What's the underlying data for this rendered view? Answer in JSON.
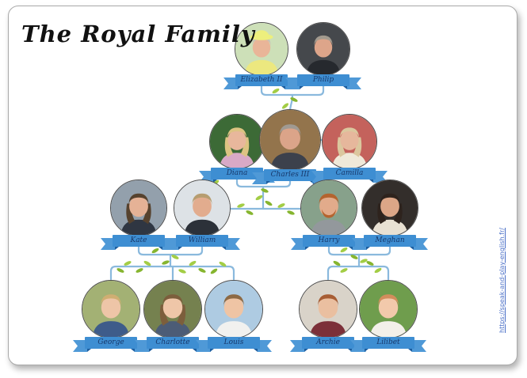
{
  "page": {
    "title": "The Royal Family",
    "source_link": "https://speak-and-play-english.fr/"
  },
  "colors": {
    "vine": "#8ab9dd",
    "leaf": "#a3cd45",
    "leaf_dark": "#86b52f",
    "ribbon": "#3e8ed2",
    "ribbon_tail": "#4f99d7",
    "ribbon_fold": "#1c5d9e",
    "ribbon_text": "#17386b",
    "link": "#4a6fc7",
    "title": "#111111"
  },
  "people": [
    {
      "name": "Elizabeth II",
      "colors": {
        "bg": "#cde0b8",
        "skin": "#e9b598",
        "hair": "#c9c2b6",
        "cloth": "#ece87f",
        "hat": "#edef7d"
      }
    },
    {
      "name": "Philip",
      "colors": {
        "bg": "#45484c",
        "skin": "#dda58a",
        "hair": "#a29a8e",
        "cloth": "#26292e"
      }
    },
    {
      "name": "Diana",
      "colors": {
        "bg": "#3c6a36",
        "skin": "#e8b79c",
        "hair": "#dcc382",
        "cloth": "#d8a9c6",
        "lock": "#dcc382"
      }
    },
    {
      "name": "Charles III",
      "colors": {
        "bg": "#93744c",
        "skin": "#dba489",
        "hair": "#a09a92",
        "cloth": "#3c414c"
      }
    },
    {
      "name": "Camilla",
      "colors": {
        "bg": "#c4625c",
        "skin": "#e6b79c",
        "hair": "#dbc79e",
        "cloth": "#efe9d9",
        "lock": "#dbc79e"
      }
    },
    {
      "name": "Kate",
      "colors": {
        "bg": "#93a0ac",
        "skin": "#e5b296",
        "hair": "#56422e",
        "cloth": "#2f3642",
        "lock": "#56422e"
      }
    },
    {
      "name": "William",
      "colors": {
        "bg": "#dde2e6",
        "skin": "#e2ac8e",
        "hair": "#b69d70",
        "cloth": "#2c3139"
      }
    },
    {
      "name": "Harry",
      "colors": {
        "bg": "#87a18b",
        "skin": "#e2ab8b",
        "hair": "#b4642f",
        "cloth": "#93989c",
        "beard": "#b4642f"
      }
    },
    {
      "name": "Meghan",
      "colors": {
        "bg": "#332e2b",
        "skin": "#dca687",
        "hair": "#2e231d",
        "cloth": "#e9e1d3",
        "lock": "#2e231d"
      }
    },
    {
      "name": "George",
      "colors": {
        "bg": "#a3b174",
        "skin": "#eec5a7",
        "hair": "#cfae72",
        "cloth": "#3e5c8a"
      }
    },
    {
      "name": "Charlotte",
      "colors": {
        "bg": "#75814f",
        "skin": "#efc6a8",
        "hair": "#7c5e3c",
        "cloth": "#4c5c76",
        "lock": "#7c5e3c"
      }
    },
    {
      "name": "Louis",
      "colors": {
        "bg": "#aecbe2",
        "skin": "#efc4a4",
        "hair": "#8d6a45",
        "cloth": "#f1f1ef"
      }
    },
    {
      "name": "Archie",
      "colors": {
        "bg": "#d9d3c9",
        "skin": "#eabfa0",
        "hair": "#a75d34",
        "cloth": "#7c3039"
      }
    },
    {
      "name": "Lilibet",
      "colors": {
        "bg": "#6f9d4d",
        "skin": "#f2c9ab",
        "hair": "#d28d5c",
        "cloth": "#f3f0e9"
      }
    }
  ]
}
